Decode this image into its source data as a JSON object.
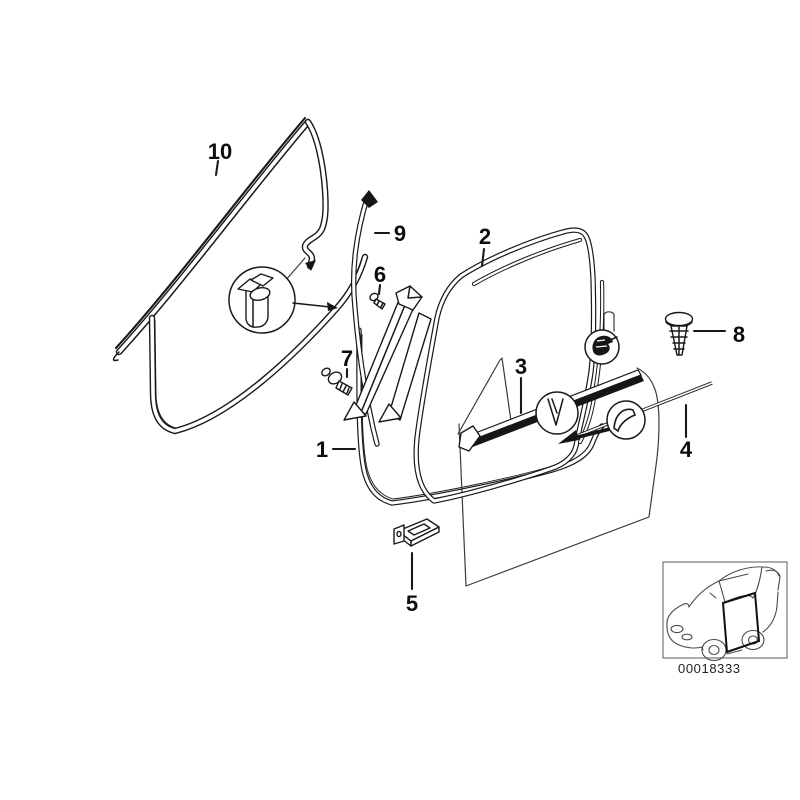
{
  "diagram": {
    "kind": "door-seal-parts-diagram",
    "background_color": "#ffffff",
    "line_color": "#191919",
    "part_code": "00018333",
    "callouts": [
      {
        "label": "1"
      },
      {
        "label": "2"
      },
      {
        "label": "3"
      },
      {
        "label": "4"
      },
      {
        "label": "5"
      },
      {
        "label": "6"
      },
      {
        "label": "7"
      },
      {
        "label": "8"
      },
      {
        "label": "9"
      },
      {
        "label": "10"
      }
    ],
    "icons": {
      "magnifier": "seal-cross-section-detail",
      "detail_circle_top": "retaining-clip-detail",
      "detail_circle_left": "v-clip-detail",
      "detail_circle_right": "hook-clip-detail",
      "thumbnail": "car-front-door-location"
    }
  }
}
